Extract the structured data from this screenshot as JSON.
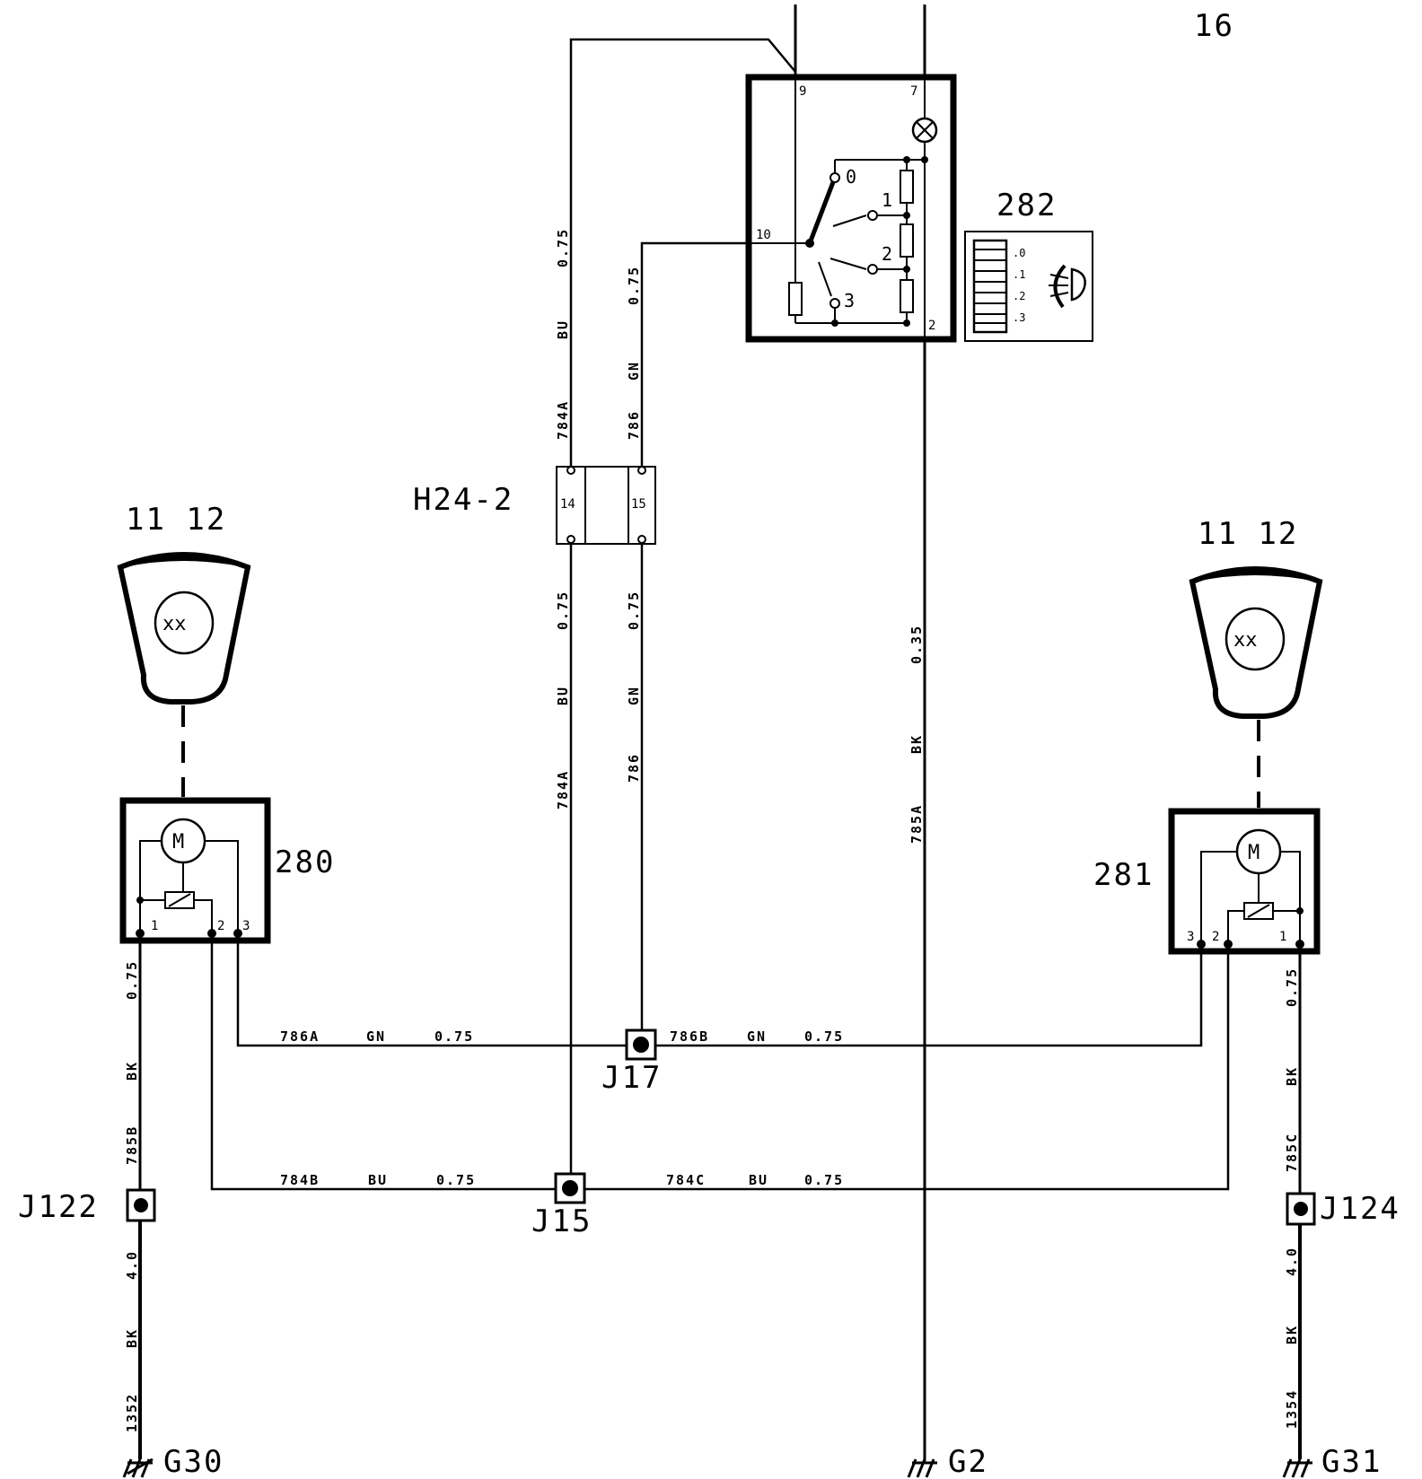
{
  "page_number": "16",
  "components": {
    "switch": {
      "id": "282",
      "pins": {
        "top_left": "9",
        "top_right": "7",
        "common": "10",
        "ground": "2"
      },
      "positions": [
        "0",
        "1",
        "2",
        "3"
      ],
      "indicator_labels": [
        ".0",
        ".1",
        ".2",
        ".3"
      ]
    },
    "connector": {
      "id": "H24-2",
      "pin_a": "14",
      "pin_b": "15"
    },
    "headlamp_left": {
      "label": "11 12",
      "symbol": "xx"
    },
    "headlamp_right": {
      "label": "11 12",
      "symbol": "xx"
    },
    "motor_left": {
      "id": "280",
      "motor": "M",
      "pins": [
        "1",
        "2",
        "3"
      ]
    },
    "motor_right": {
      "id": "281",
      "motor": "M",
      "pins": [
        "3",
        "2",
        "1"
      ]
    },
    "junction_j17": "J17",
    "junction_j15": "J15",
    "junction_j122": "J122",
    "junction_j124": "J124",
    "ground_g30": "G30",
    "ground_g2": "G2",
    "ground_g31": "G31"
  },
  "wires": {
    "w784a_top": {
      "id": "784A",
      "color": "BU",
      "size": "0.75"
    },
    "w786_top": {
      "id": "786",
      "color": "GN",
      "size": "0.75"
    },
    "w784a_bottom": {
      "id": "784A",
      "color": "BU",
      "size": "0.75"
    },
    "w786_bottom": {
      "id": "786",
      "color": "GN",
      "size": "0.75"
    },
    "w785a": {
      "id": "785A",
      "color": "BK",
      "size": "0.35"
    },
    "w786a": {
      "id": "786A",
      "color": "GN",
      "size": "0.75"
    },
    "w786b": {
      "id": "786B",
      "color": "GN",
      "size": "0.75"
    },
    "w784b": {
      "id": "784B",
      "color": "BU",
      "size": "0.75"
    },
    "w784c": {
      "id": "784C",
      "color": "BU",
      "size": "0.75"
    },
    "w785b": {
      "id": "785B",
      "color": "BK",
      "size": "0.75"
    },
    "w785c": {
      "id": "785C",
      "color": "BK",
      "size": "0.75"
    },
    "w1352": {
      "id": "1352",
      "color": "BK",
      "size": "4.0"
    },
    "w1354": {
      "id": "1354",
      "color": "BK",
      "size": "4.0"
    }
  }
}
